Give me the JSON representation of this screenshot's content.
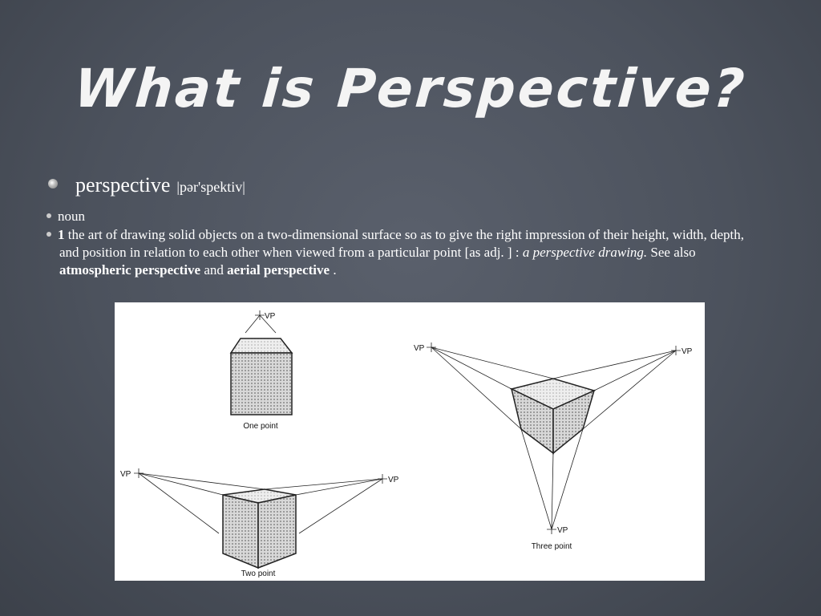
{
  "title": "What is Perspective?",
  "entry": {
    "word": "perspective",
    "pronunciation": "|pər'spektiv|"
  },
  "pos": "noun",
  "definition": {
    "number": "1",
    "text": " the art of drawing solid objects on a two-dimensional surface so as to give the right impression of their height, width, depth, and position in relation to each other when viewed from a particular point [as adj. ] : ",
    "example": "a perspective drawing.",
    "see_also": " See also ",
    "link1": "atmospheric perspective",
    "and": " and ",
    "link2": "aerial perspective",
    "end": " ."
  },
  "figure": {
    "vp_label": "VP",
    "one_point": "One point",
    "two_point": "Two point",
    "three_point": "Three point"
  }
}
